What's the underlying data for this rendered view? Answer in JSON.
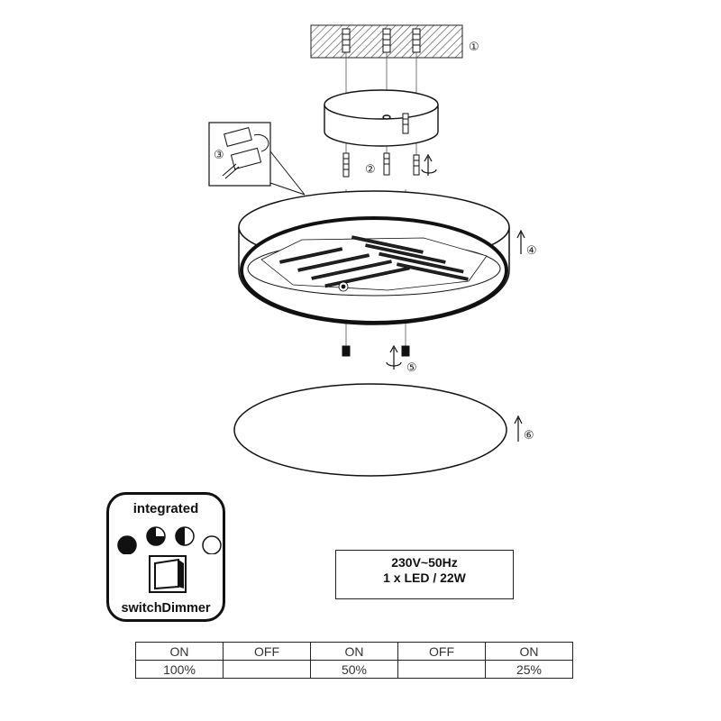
{
  "steps": [
    "①",
    "②",
    "③",
    "④",
    "⑤",
    "⑥"
  ],
  "icons": [
    "screw-icon",
    "rotate-arrow-icon",
    "up-arrow-icon",
    "connector-icon",
    "dimmer-levels-icon",
    "switch-icon"
  ],
  "dimmer_badge": {
    "top_label": "integrated",
    "bottom_label": "switchDimmer",
    "levels": [
      1.0,
      0.75,
      0.5,
      0.0
    ]
  },
  "spec": {
    "line1": "230V~50Hz",
    "line2": "1 x LED / 22W"
  },
  "switch_table": {
    "states": [
      "ON",
      "OFF",
      "ON",
      "OFF",
      "ON"
    ],
    "levels": [
      "100%",
      "",
      "50%",
      "",
      "25%"
    ]
  },
  "colors": {
    "line": "#111111",
    "hatch": "#444444",
    "fill": "#ffffff"
  }
}
